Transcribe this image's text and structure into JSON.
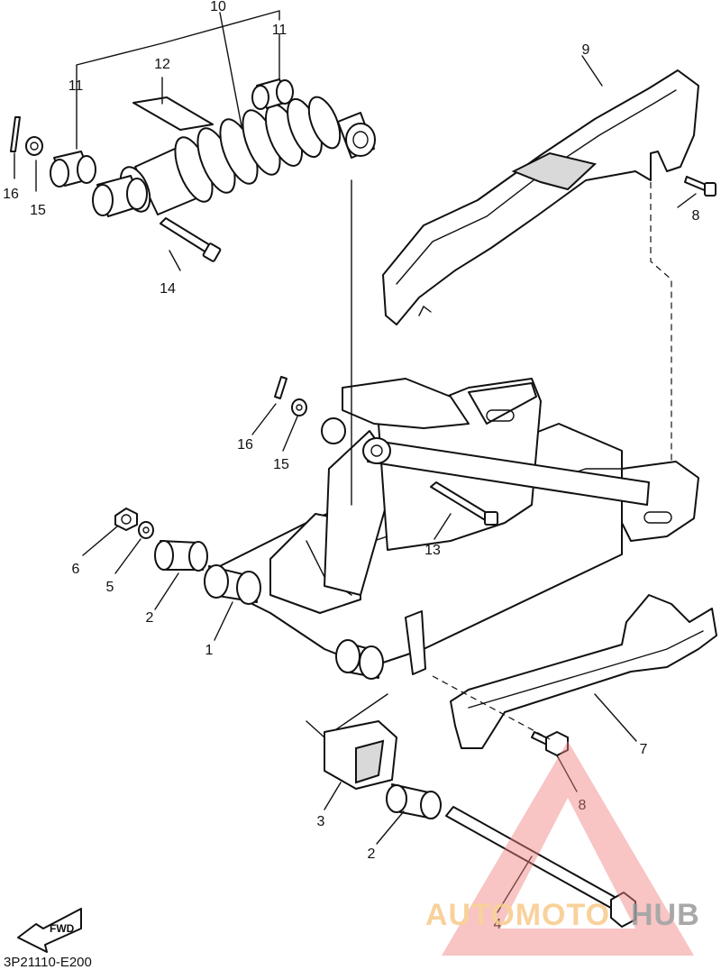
{
  "diagram_code": "3P21110-E200",
  "fwd_label": "FWD",
  "watermark": {
    "prefix": "AUTOMOTO",
    "suffix": "HUB",
    "accent_color": "#f08080",
    "prefix_color": "#f7c98a",
    "suffix_color": "#9a9a9a"
  },
  "callouts": {
    "c1": "1",
    "c2a": "2",
    "c2b": "2",
    "c3": "3",
    "c4": "4",
    "c5": "5",
    "c6": "6",
    "c7": "7",
    "c8a": "8",
    "c8b": "8",
    "c9": "9",
    "c10": "10",
    "c11a": "11",
    "c11b": "11",
    "c12": "12",
    "c13": "13",
    "c14": "14",
    "c15a": "15",
    "c15b": "15",
    "c16a": "16",
    "c16b": "16"
  }
}
